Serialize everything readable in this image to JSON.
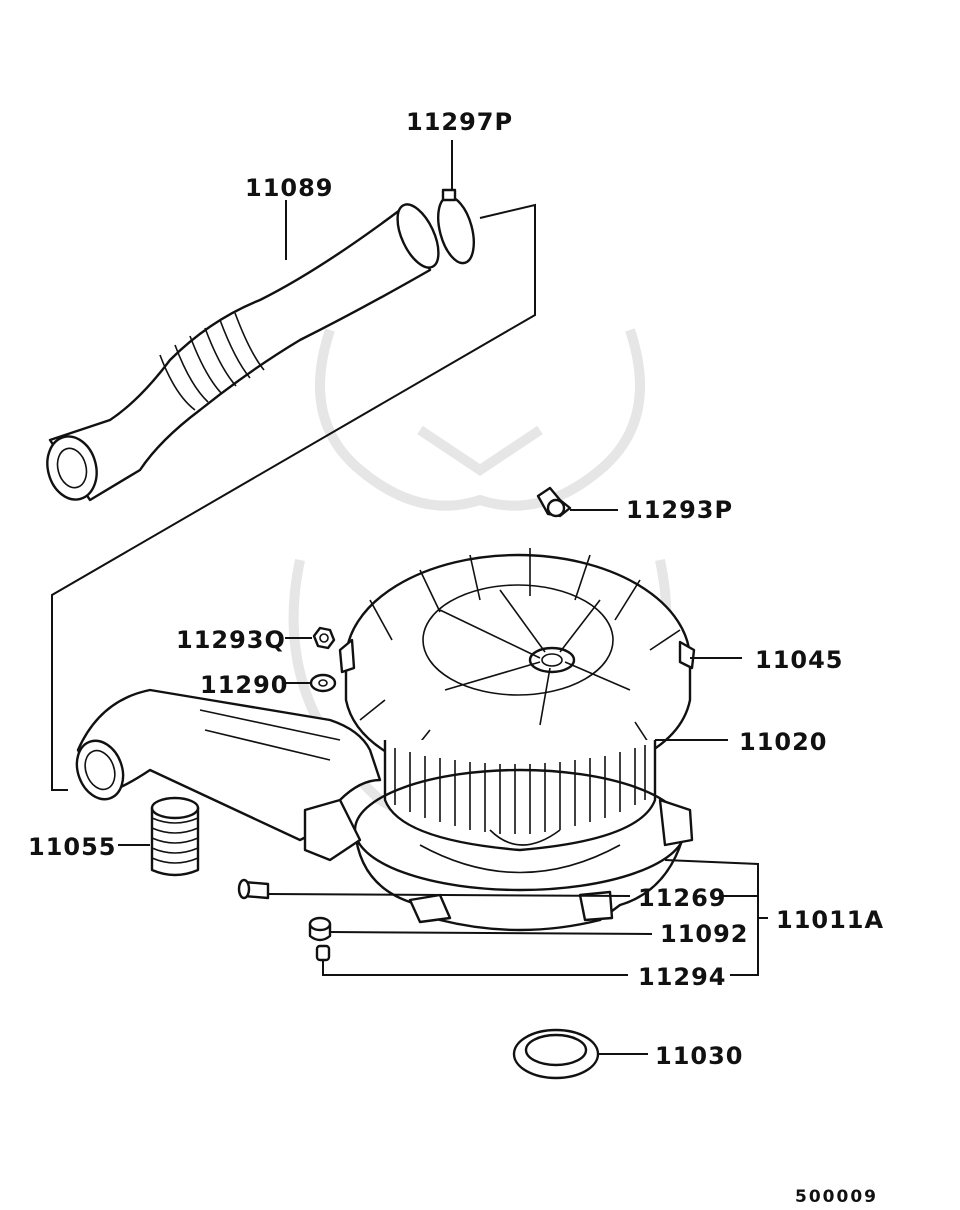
{
  "callouts": {
    "p11297P": "11297P",
    "p11089": "11089",
    "p11293P": "11293P",
    "p11293Q": "11293Q",
    "p11290": "11290",
    "p11045": "11045",
    "p11020": "11020",
    "p11055": "11055",
    "p11269": "11269",
    "p11092": "11092",
    "p11294": "11294",
    "p11011A": "11011A",
    "p11030": "11030"
  },
  "diagram_code": "500009"
}
